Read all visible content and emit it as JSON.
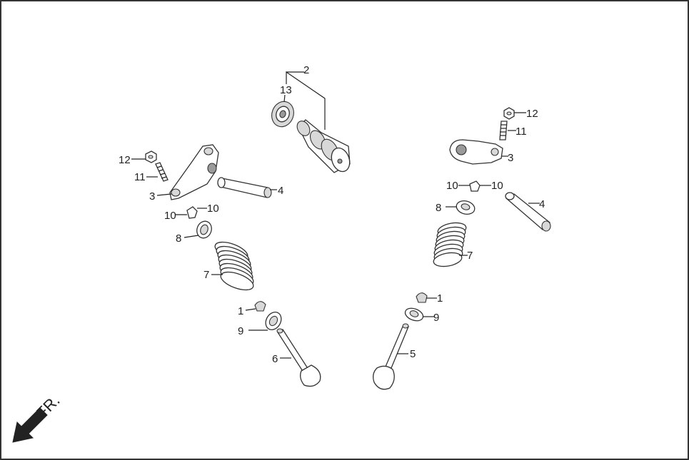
{
  "labels": {
    "n1": "1",
    "n2": "2",
    "n3": "3",
    "n4": "4",
    "n5": "5",
    "n6": "6",
    "n7": "7",
    "n8": "8",
    "n9": "9",
    "n10": "10",
    "n11": "11",
    "n12": "12",
    "n13": "13"
  },
  "direction": {
    "text": "FR."
  },
  "colors": {
    "line": "#222222",
    "frame": "#333333",
    "fill": "#d8d8d8",
    "background": "#ffffff"
  }
}
